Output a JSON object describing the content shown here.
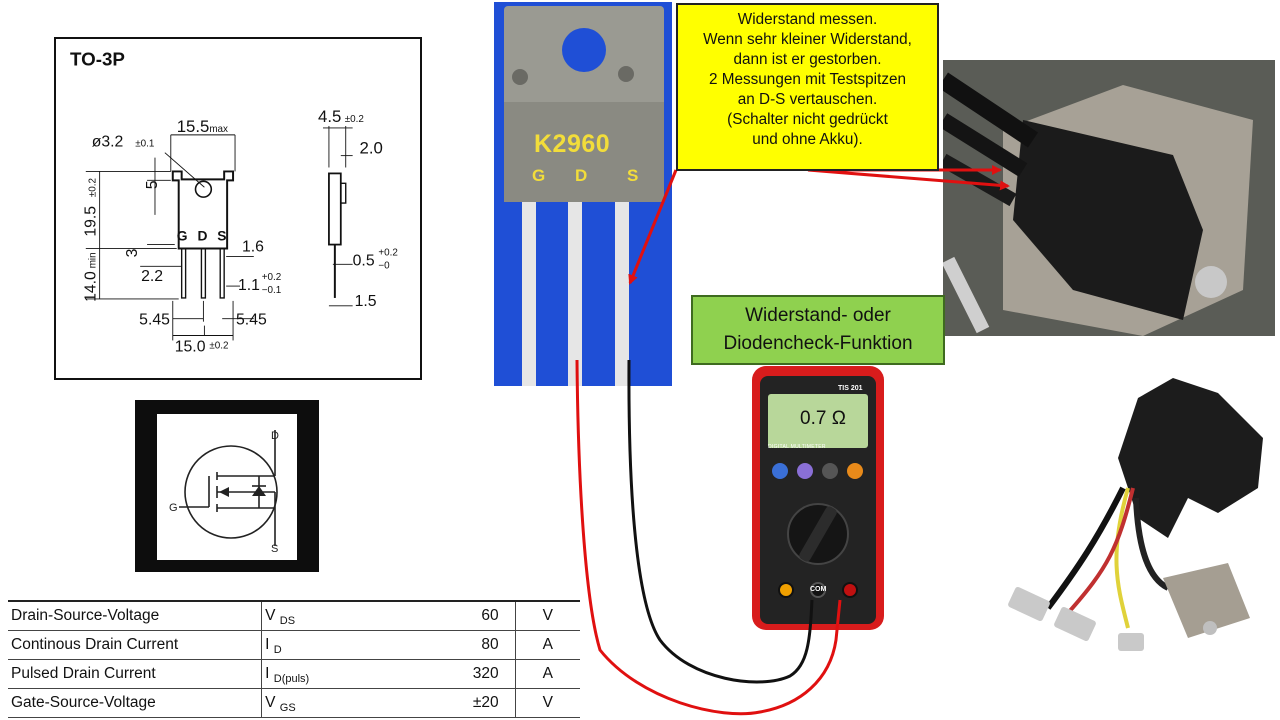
{
  "package": {
    "title": "TO-3P",
    "dims": {
      "hole": "ø3.2",
      "hole_tol": "±0.1",
      "width_max": "15.5",
      "width_max_sub": "max",
      "thickness": "4.5",
      "thickness_tol": "±0.2",
      "tab": "2.0",
      "top": "5",
      "height": "19.5",
      "height_tol": "±0.2",
      "lead_len": "14.0",
      "lead_len_sub": "min",
      "three": "3",
      "d22": "2.2",
      "d16": "1.6",
      "d11": "1.1",
      "d11_tol_top": "+0.2",
      "d11_tol_bot": "−0.1",
      "d05": "0.5",
      "d05_tol_top": "+0.2",
      "d05_tol_bot": "−0",
      "d15": "1.5",
      "pitch_left": "5.45",
      "pitch_right": "5.45",
      "base": "15.0",
      "base_tol": "±0.2"
    },
    "pins": [
      "G",
      "D",
      "S"
    ]
  },
  "symbol": {
    "drain": "D",
    "gate": "G",
    "source": "S"
  },
  "transistor": {
    "code": "K2960",
    "pins": [
      "G",
      "D",
      "S"
    ]
  },
  "note": {
    "lines": [
      "Widerstand messen.",
      "Wenn sehr kleiner Widerstand,",
      "dann ist er gestorben.",
      "2 Messungen mit Testspitzen",
      "an D-S vertauschen.",
      "(Schalter nicht gedrückt",
      "und ohne Akku)."
    ]
  },
  "function_label": {
    "lines": [
      "Widerstand- oder",
      "Diodencheck-Funktion"
    ]
  },
  "multimeter": {
    "reading": "0.7  Ω",
    "brand": "TIS 201",
    "subtitle": "DIGITAL MULTIMETER",
    "com": "COM"
  },
  "specs": {
    "rows": [
      {
        "param": "Drain-Source-Voltage",
        "sym": "V",
        "sub": "DS",
        "value": "60",
        "unit": "V"
      },
      {
        "param": "Continous Drain Current",
        "sym": "I",
        "sub": "D",
        "value": "80",
        "unit": "A"
      },
      {
        "param": "Pulsed Drain Current",
        "sym": "I",
        "sub": "D(puls)",
        "value": "320",
        "unit": "A"
      },
      {
        "param": "Gate-Source-Voltage",
        "sym": "V",
        "sub": "GS",
        "value": "±20",
        "unit": "V"
      }
    ]
  },
  "colors": {
    "note_bg": "#ffff00",
    "label_bg": "#8fd14f",
    "wire_red": "#e01010",
    "wire_black": "#111111",
    "meter_red": "#d81c1c",
    "photo_bg": "#1f4fd6"
  }
}
